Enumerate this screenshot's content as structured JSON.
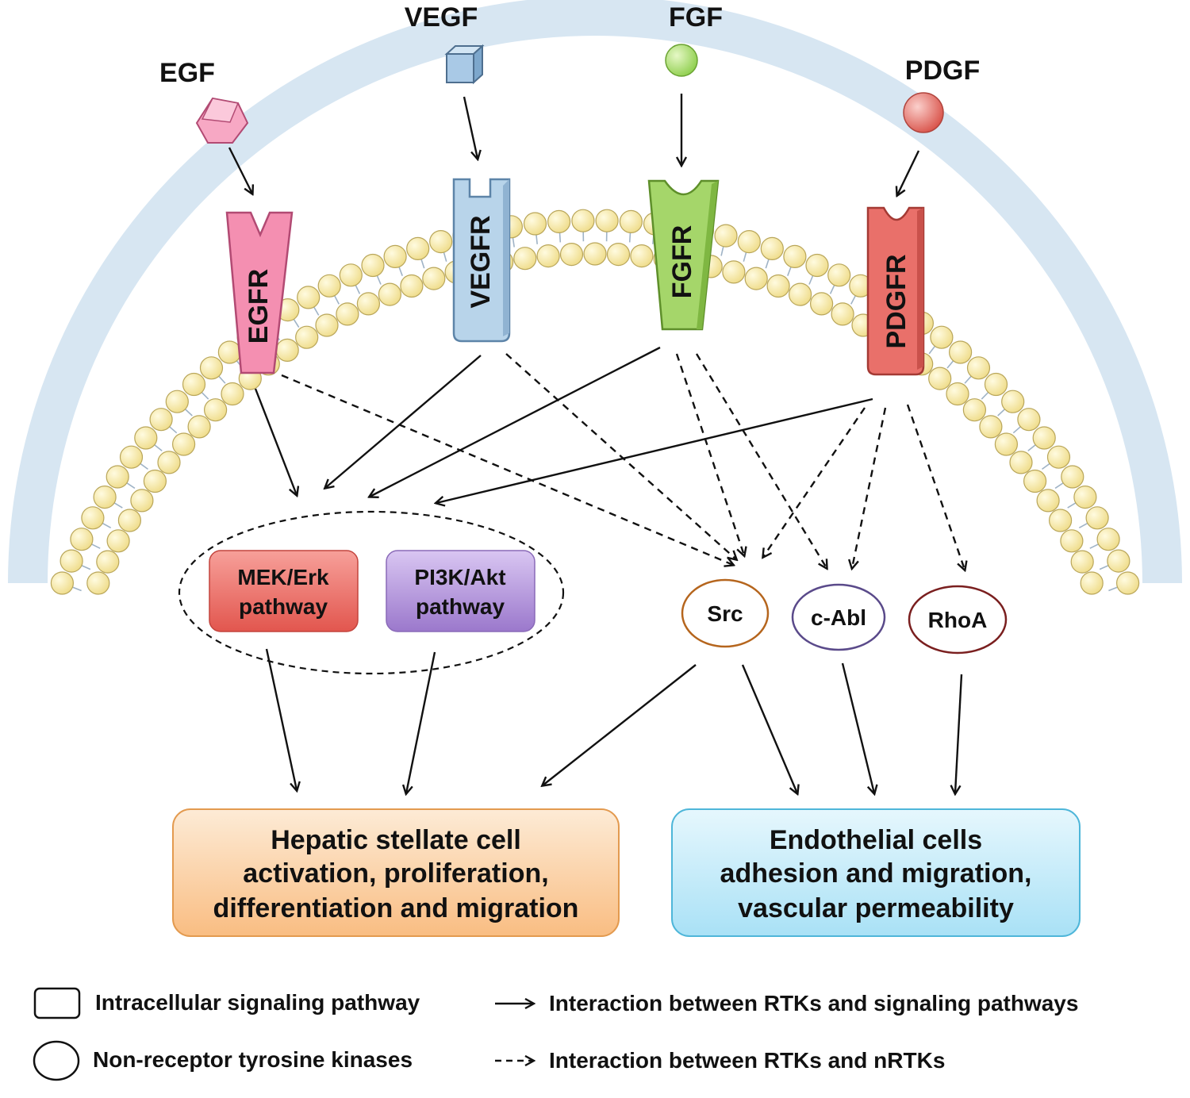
{
  "ligands": {
    "egf": "EGF",
    "vegf": "VEGF",
    "fgf": "FGF",
    "pdgf": "PDGF"
  },
  "receptors": {
    "egfr": "EGFR",
    "vegfr": "VEGFR",
    "fgfr": "FGFR",
    "pdgfr": "PDGFR"
  },
  "pathways": {
    "mek_line1": "MEK/Erk",
    "mek_line2": "pathway",
    "pi3k_line1": "PI3K/Akt",
    "pi3k_line2": "pathway"
  },
  "kinases": {
    "src": "Src",
    "cabl": "c-Abl",
    "rhoa": "RhoA"
  },
  "outcomes": {
    "hsc_line1": "Hepatic stellate cell",
    "hsc_line2": "activation, proliferation,",
    "hsc_line3": "differentiation and migration",
    "endo_line1": "Endothelial cells",
    "endo_line2": "adhesion and migration,",
    "endo_line3": "vascular permeability"
  },
  "legend": {
    "box_label": "Intracellular signaling pathway",
    "ellipse_label": "Non-receptor tyrosine kinases",
    "solid_label": "Interaction between RTKs and signaling pathways",
    "dashed_label": "Interaction between RTKs and nRTKs"
  },
  "colors": {
    "egfr": "#f48fb1",
    "vegfr": "#b8d4ea",
    "fgfr": "#a5d66a",
    "pdgfr": "#e9706a",
    "mek": "#e8675f",
    "pi3k": "#a98ad6",
    "hsc_box": "#fbd3a8",
    "endo_box": "#c8ecf8",
    "src_border": "#b5651d",
    "cabl_border": "#5a4a8a",
    "rhoa_border": "#7a1f1f",
    "membrane_head": "#f8eeb0"
  }
}
